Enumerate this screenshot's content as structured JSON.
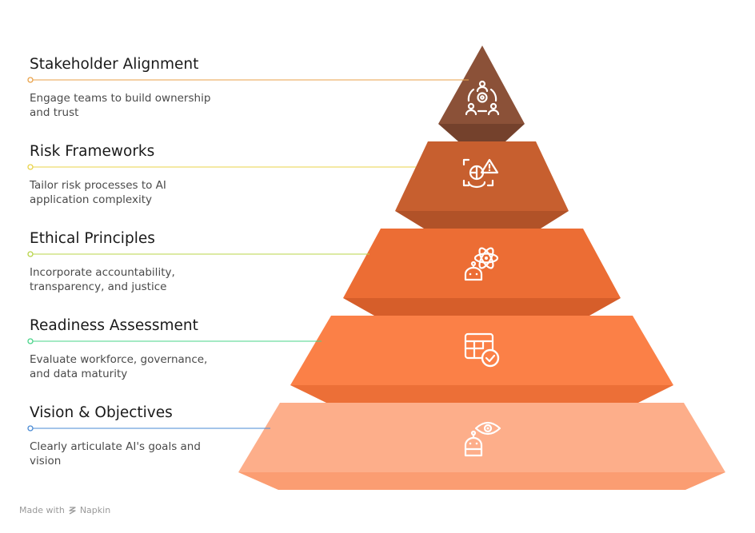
{
  "levels": [
    {
      "title": "Stakeholder Alignment",
      "desc_lines": [
        "Engage teams to build ownership",
        "and trust"
      ],
      "icon": "stakeholder-icon",
      "color": "#8b5138",
      "side_color": "#74412c",
      "dot_color": "#e9a24a"
    },
    {
      "title": "Risk Frameworks",
      "desc_lines": [
        "Tailor risk processes to AI",
        "application complexity"
      ],
      "icon": "risk-icon",
      "color": "#c75f2f",
      "side_color": "#b15228",
      "dot_color": "#e9d34a"
    },
    {
      "title": "Ethical Principles",
      "desc_lines": [
        "Incorporate accountability,",
        "transparency, and justice"
      ],
      "icon": "ethics-icon",
      "color": "#ec6d34",
      "side_color": "#d65e2a",
      "dot_color": "#b8d44a"
    },
    {
      "title": "Readiness Assessment",
      "desc_lines": [
        "Evaluate workforce, governance,",
        "and data maturity"
      ],
      "icon": "readiness-icon",
      "color": "#fb8047",
      "side_color": "#ec6f37",
      "dot_color": "#4ad48a"
    },
    {
      "title": "Vision & Objectives",
      "desc_lines": [
        "Clearly articulate AI's goals and",
        "vision"
      ],
      "icon": "vision-icon",
      "color": "#fdae8a",
      "side_color": "#fb9d72",
      "dot_color": "#4a8ad4"
    }
  ],
  "footer": {
    "made_with": "Made with",
    "brand": "Napkin"
  }
}
